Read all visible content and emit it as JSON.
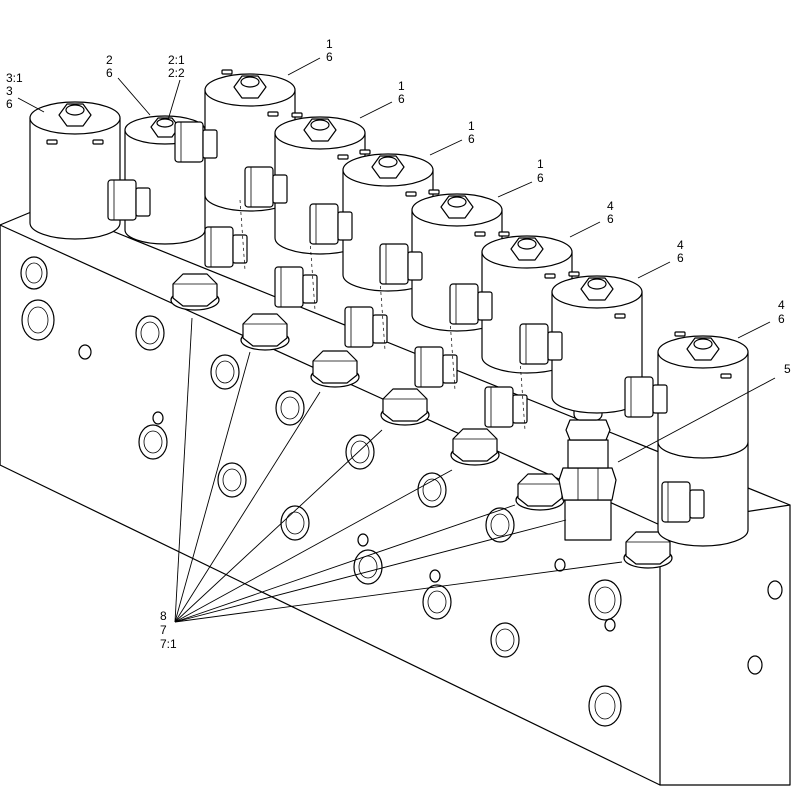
{
  "callouts": [
    {
      "id": "c-3-1-3-6",
      "lines": [
        "3:1",
        "3",
        "6"
      ]
    },
    {
      "id": "c-2-6",
      "lines": [
        "2",
        "6"
      ]
    },
    {
      "id": "c-2-1-2-2",
      "lines": [
        "2:1",
        "2:2"
      ]
    },
    {
      "id": "c-1-6-a",
      "lines": [
        "1",
        "6"
      ]
    },
    {
      "id": "c-1-6-b",
      "lines": [
        "1",
        "6"
      ]
    },
    {
      "id": "c-1-6-c",
      "lines": [
        "1",
        "6"
      ]
    },
    {
      "id": "c-1-6-d",
      "lines": [
        "1",
        "6"
      ]
    },
    {
      "id": "c-4-6-a",
      "lines": [
        "4",
        "6"
      ]
    },
    {
      "id": "c-4-6-b",
      "lines": [
        "4",
        "6"
      ]
    },
    {
      "id": "c-4-6-c",
      "lines": [
        "4",
        "6"
      ]
    },
    {
      "id": "c-5",
      "lines": [
        "5"
      ]
    },
    {
      "id": "c-8-7-7-1",
      "lines": [
        "8",
        "7",
        "7:1"
      ]
    }
  ]
}
